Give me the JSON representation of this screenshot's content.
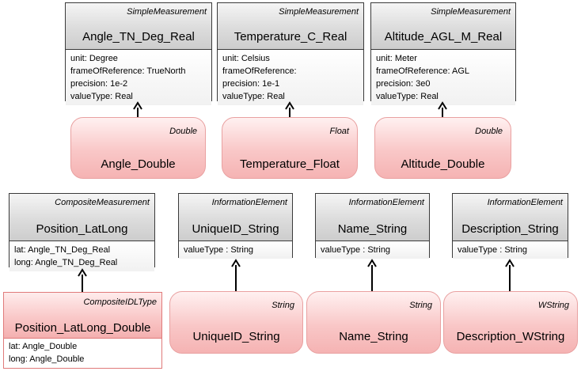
{
  "simple_measurements": [
    {
      "stereotype": "SimpleMeasurement",
      "name": "Angle_TN_Deg_Real",
      "attrs": [
        "unit: Degree",
        "frameOfReference: TrueNorth",
        "precision: 1e-2",
        "valueType: Real"
      ]
    },
    {
      "stereotype": "SimpleMeasurement",
      "name": "Temperature_C_Real",
      "attrs": [
        "unit: Celsius",
        "frameOfReference:",
        "precision: 1e-1",
        "valueType: Real"
      ]
    },
    {
      "stereotype": "SimpleMeasurement",
      "name": "Altitude_AGL_M_Real",
      "attrs": [
        "unit: Meter",
        "frameOfReference: AGL",
        "precision: 3e0",
        "valueType: Real"
      ]
    }
  ],
  "idl_types_top": [
    {
      "stereotype": "Double",
      "name": "Angle_Double"
    },
    {
      "stereotype": "Float",
      "name": "Temperature_Float"
    },
    {
      "stereotype": "Double",
      "name": "Altitude_Double"
    }
  ],
  "composite": {
    "stereotype": "CompositeMeasurement",
    "name": "Position_LatLong",
    "attrs": [
      "lat: Angle_TN_Deg_Real",
      "long: Angle_TN_Deg_Real"
    ]
  },
  "information_elements": [
    {
      "stereotype": "InformationElement",
      "name": "UniqueID_String",
      "attrs": [
        "valueType : String"
      ]
    },
    {
      "stereotype": "InformationElement",
      "name": "Name_String",
      "attrs": [
        "valueType : String"
      ]
    },
    {
      "stereotype": "InformationElement",
      "name": "Description_String",
      "attrs": [
        "valueType : String"
      ]
    }
  ],
  "composite_idl": {
    "stereotype": "CompositeIDLType",
    "name": "Position_LatLong_Double",
    "attrs": [
      "lat: Angle_Double",
      "long: Angle_Double"
    ]
  },
  "idl_types_bottom": [
    {
      "stereotype": "String",
      "name": "UniqueID_String"
    },
    {
      "stereotype": "String",
      "name": "Name_String"
    },
    {
      "stereotype": "WString",
      "name": "Description_WString"
    }
  ],
  "colors": {
    "measurement_fill": "#d9d9d9",
    "idl_type_fill": "#f8c4c4",
    "idl_type_border": "#e07a7a",
    "connector": "#000000"
  }
}
